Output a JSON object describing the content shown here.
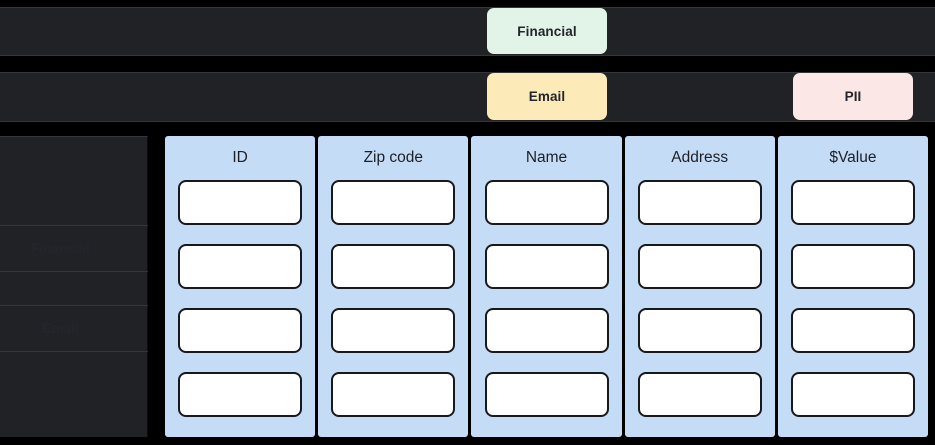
{
  "theme": {
    "background": "#000000",
    "panel_dark": "#212226",
    "divider": "#34363b",
    "column_blue": "#c5dcf7",
    "cell_white": "#ffffff",
    "cell_border": "#17191d",
    "tag_financial": "#e2f3e8",
    "tag_email": "#fdeab9",
    "tag_pii": "#fbe8e6",
    "tag_text": "#22252b"
  },
  "tag_rows": [
    {
      "row_index": 1,
      "tags": [
        {
          "label": "Financial",
          "kind": "financial"
        }
      ]
    },
    {
      "row_index": 2,
      "tags": [
        {
          "label": "Email",
          "kind": "email"
        },
        {
          "label": "PII",
          "kind": "pii"
        }
      ]
    }
  ],
  "sidebar": {
    "items": [
      {
        "label": "Financial",
        "kind": "financial"
      },
      {
        "label": "Email",
        "kind": "email"
      }
    ]
  },
  "table": {
    "columns": [
      {
        "header": "ID",
        "cells": [
          "",
          "",
          "",
          ""
        ]
      },
      {
        "header": "Zip code",
        "cells": [
          "",
          "",
          "",
          ""
        ]
      },
      {
        "header": "Name",
        "cells": [
          "",
          "",
          "",
          ""
        ]
      },
      {
        "header": "Address",
        "cells": [
          "",
          "",
          "",
          ""
        ]
      },
      {
        "header": "$Value",
        "cells": [
          "",
          "",
          "",
          ""
        ]
      }
    ],
    "row_count": 4
  }
}
